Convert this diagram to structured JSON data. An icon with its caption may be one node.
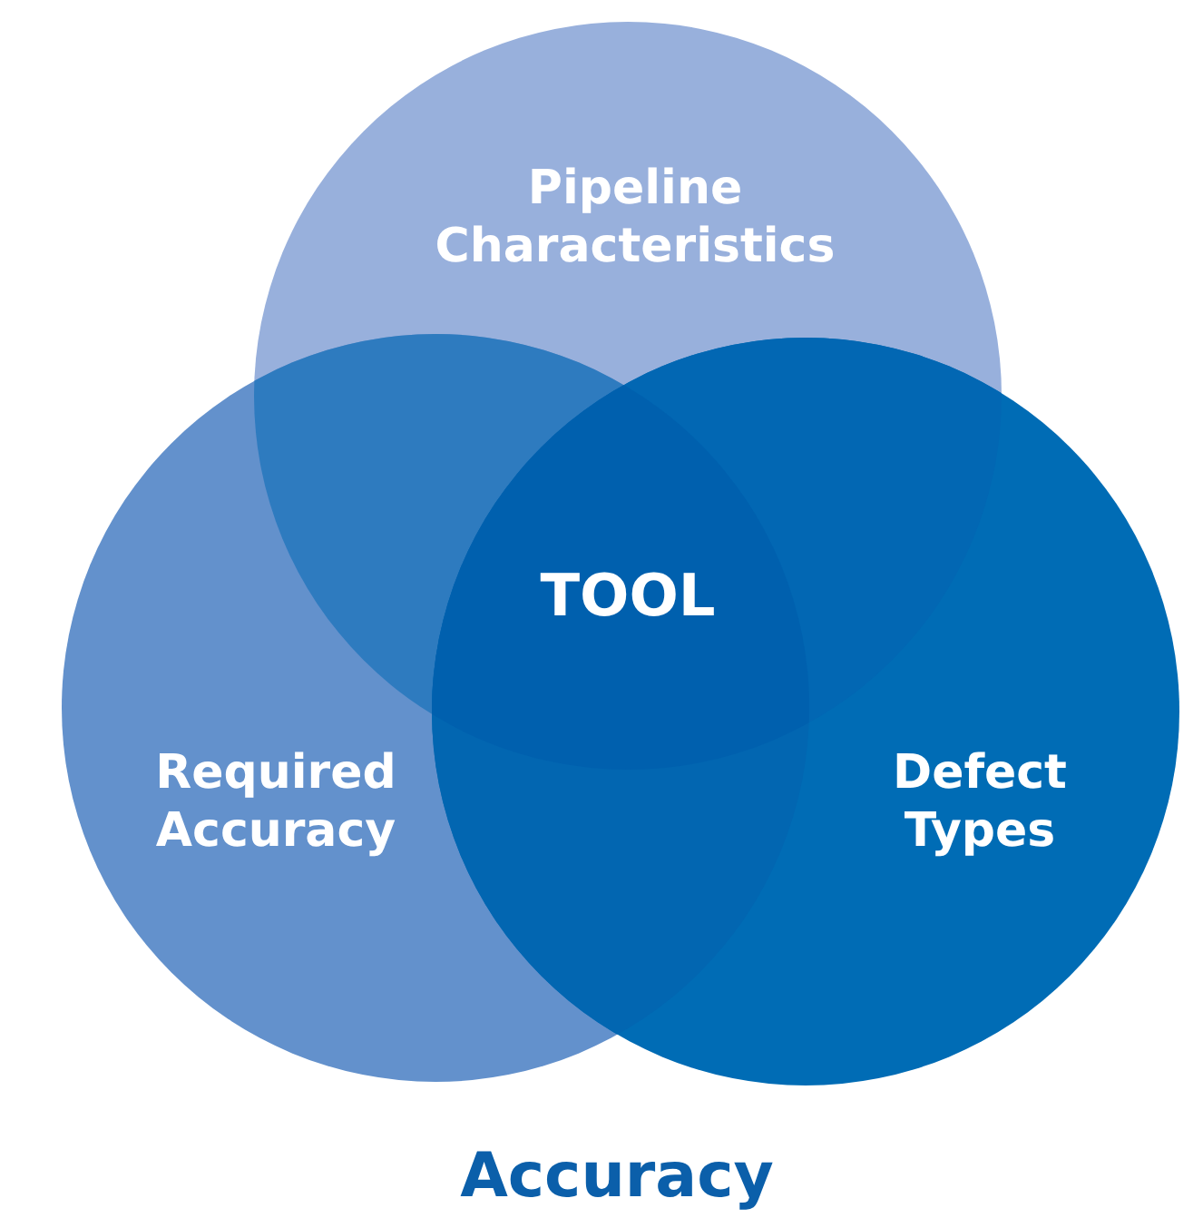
{
  "diagram": {
    "caption": "Accuracy",
    "nodes": [
      {
        "text": [
          "Pipeline Characteristics"
        ]
      },
      {
        "text": [
          "Required Accuracy"
        ]
      },
      {
        "text": [
          "Defect Types"
        ]
      }
    ],
    "labels": [
      "TOOL"
    ]
  }
}
